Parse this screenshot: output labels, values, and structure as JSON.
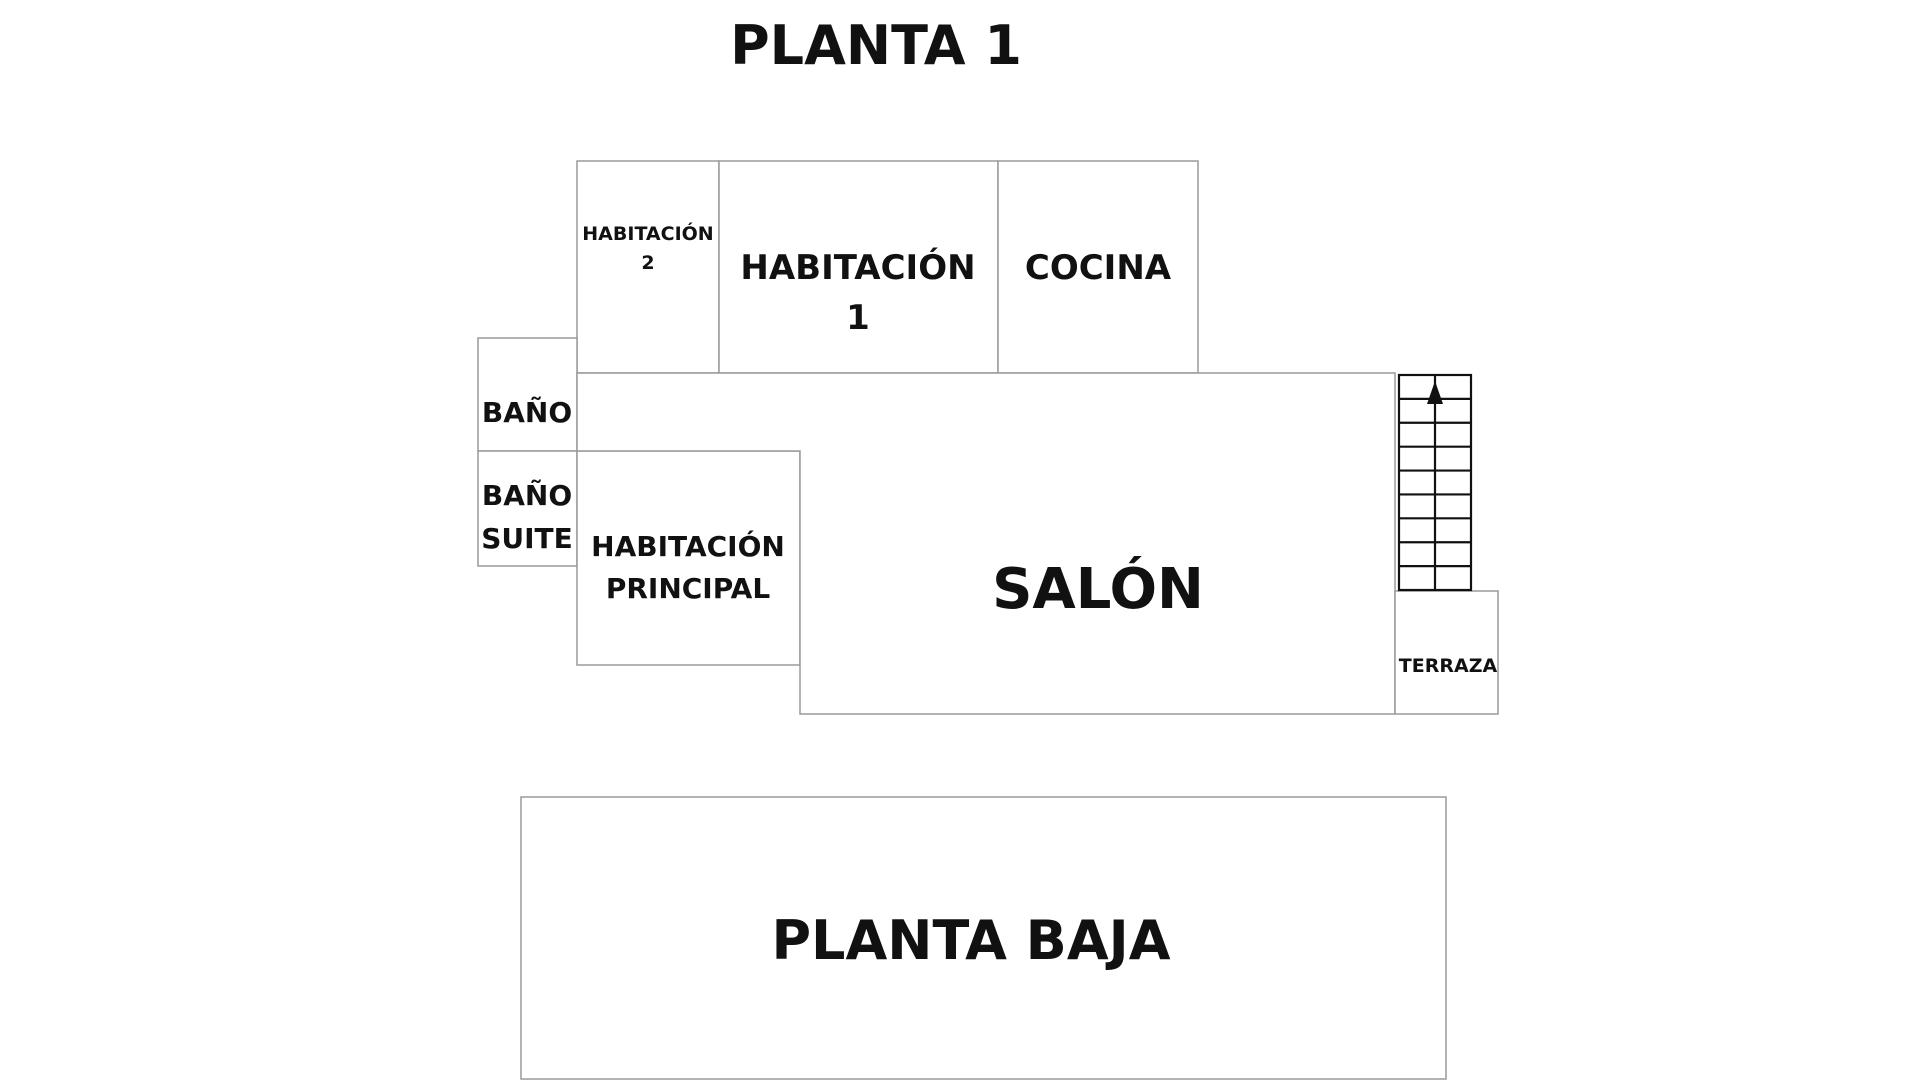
{
  "title": "PLANTA 1",
  "colors": {
    "background": "#ffffff",
    "wall": "#9a9a9a",
    "text": "#111111",
    "stairs": "#111111"
  },
  "rooms": {
    "habitacion_2": [
      "HABITACIÓN",
      "2"
    ],
    "habitacion_1": [
      "HABITACIÓN",
      "1"
    ],
    "cocina": [
      "COCINA"
    ],
    "bano": [
      "BAÑO"
    ],
    "bano_suite": [
      "BAÑO",
      "SUITE"
    ],
    "habitacion_principal": [
      "HABITACIÓN",
      "PRINCIPAL"
    ],
    "salon": [
      "SALÓN"
    ],
    "terraza": [
      "TERRAZA"
    ],
    "planta_baja": [
      "PLANTA BAJA"
    ]
  },
  "stairs": {
    "steps": 9,
    "direction": "up",
    "icon": "stairs-icon"
  }
}
